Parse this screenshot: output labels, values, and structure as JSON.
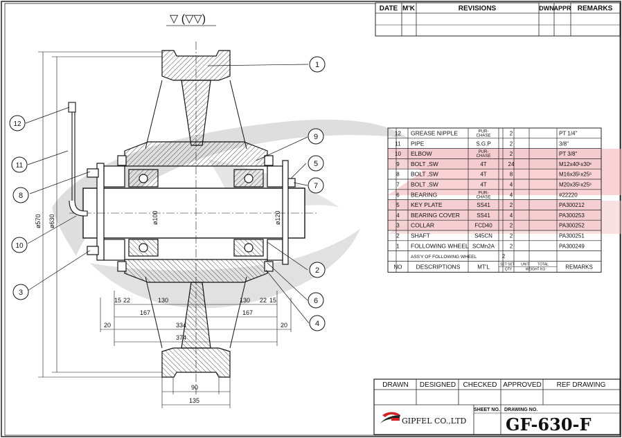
{
  "surface_symbol": "▽ (▽▽)",
  "revisions_header": [
    "DATE",
    "M'K",
    "REVISIONS",
    "DWN",
    "APPR",
    "REMARKS"
  ],
  "callouts": [
    "1",
    "2",
    "3",
    "4",
    "5",
    "6",
    "7",
    "8",
    "9",
    "10",
    "11",
    "12"
  ],
  "dims": {
    "d570": "ø570",
    "d630": "ø630",
    "d100": "ø100",
    "d120": "ø120",
    "w15a": "15",
    "w22a": "22",
    "w130a": "130",
    "w130b": "130",
    "w22b": "22",
    "w15b": "15",
    "w167a": "167",
    "w167b": "167",
    "w20a": "20",
    "w334": "334",
    "w20b": "20",
    "w374": "374",
    "w90": "90",
    "w135": "135"
  },
  "bom": {
    "rows": [
      {
        "no": "12",
        "desc": "GREASE NIPPLE",
        "mtl": "PUR-\nCHASE",
        "set": "",
        "qty": "2",
        "unit": "",
        "total": "",
        "remarks": "PT 1/4\""
      },
      {
        "no": "11",
        "desc": "PIPE",
        "mtl": "S.G.P",
        "set": "",
        "qty": "2",
        "unit": "",
        "total": "",
        "remarks": "3/8\""
      },
      {
        "no": "10",
        "desc": "ELBOW",
        "mtl": "PUR-\nCHASE",
        "set": "",
        "qty": "2",
        "unit": "",
        "total": "",
        "remarks": "PT 3/8\""
      },
      {
        "no": "9",
        "desc": "BOLT ,SW",
        "mtl": "4T",
        "set": "",
        "qty": "24",
        "unit": "",
        "total": "",
        "remarks": "M12x40ᴸx30ˢ"
      },
      {
        "no": "8",
        "desc": "BOLT ,SW",
        "mtl": "4T",
        "set": "",
        "qty": "8",
        "unit": "",
        "total": "",
        "remarks": "M16x35ᴸx25ˢ"
      },
      {
        "no": "7",
        "desc": "BOLT ,SW",
        "mtl": "4T",
        "set": "",
        "qty": "4",
        "unit": "",
        "total": "",
        "remarks": "M20x35ᴸx25ˢ"
      },
      {
        "no": "6",
        "desc": "BEARING",
        "mtl": "PUR-\nCHASE",
        "set": "",
        "qty": "4",
        "unit": "",
        "total": "",
        "remarks": "#22220"
      },
      {
        "no": "5",
        "desc": "KEY PLATE",
        "mtl": "SS41",
        "set": "",
        "qty": "2",
        "unit": "",
        "total": "",
        "remarks": "PA300212"
      },
      {
        "no": "4",
        "desc": "BEARING COVER",
        "mtl": "SS41",
        "set": "",
        "qty": "4",
        "unit": "",
        "total": "",
        "remarks": "PA300253"
      },
      {
        "no": "3",
        "desc": "COLLAR",
        "mtl": "FCD40",
        "set": "",
        "qty": "2",
        "unit": "",
        "total": "",
        "remarks": "PA300252"
      },
      {
        "no": "2",
        "desc": "SHAFT",
        "mtl": "S45CN",
        "set": "",
        "qty": "2",
        "unit": "",
        "total": "",
        "remarks": "PA300251"
      },
      {
        "no": "1",
        "desc": "FOLLOWING WHEEL",
        "mtl": "SCMn2A",
        "set": "",
        "qty": "2",
        "unit": "",
        "total": "",
        "remarks": "PA300249"
      },
      {
        "no": "",
        "desc": "ASS'Y OF FOLLOWING WHEEL",
        "mtl": "",
        "set": "2",
        "qty": "",
        "unit": "",
        "total": "",
        "remarks": ""
      }
    ],
    "header": {
      "no": "NO",
      "desc": "DESCRIPTIONS",
      "mtl": "MT'L",
      "set": "SET",
      "qty_col": "SET",
      "qty": "QTY",
      "unit": "UNIT",
      "total": "TOTAL",
      "weight": "WEIGHT KG",
      "remarks": "REMARKS"
    }
  },
  "title_block": {
    "drawn": "DRAWN",
    "designed": "DESIGNED",
    "checked": "CHECKED",
    "approved": "APPROVED",
    "ref_drawing": "REF DRAWING",
    "sheet_no": "SHEET NO.",
    "drawing_no": "DRAWING NO.",
    "company": "GIPFEL CO.,LTD",
    "drawing_number": "GF-630-F"
  },
  "colors": {
    "highlight": "#f3c9cc",
    "watermark": "#d8d8d8",
    "watermark_red": "#f2b3b6",
    "logo_red": "#d2232a"
  }
}
